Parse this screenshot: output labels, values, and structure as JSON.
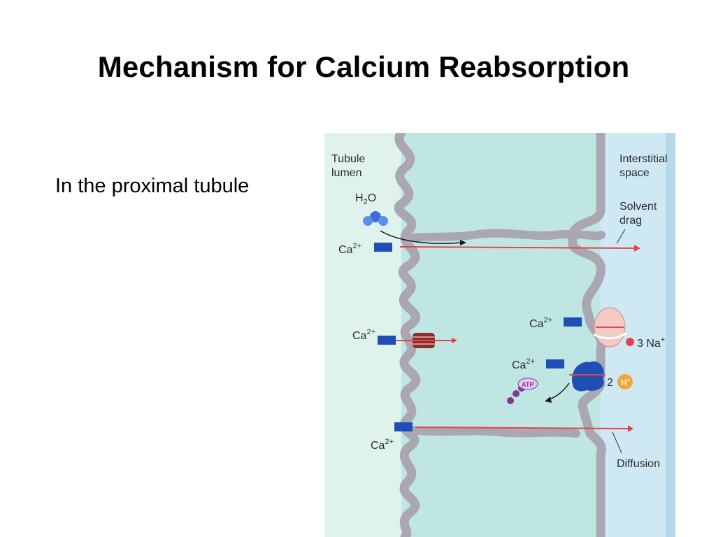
{
  "slide": {
    "title": "Mechanism for Calcium Reabsorption",
    "bullet": "In the proximal tubule"
  },
  "diagram": {
    "lumen_label": [
      "Tubule",
      "lumen"
    ],
    "interstitial_label": [
      "Interstitial",
      "space"
    ],
    "solvent_drag_label": [
      "Solvent",
      "drag"
    ],
    "diffusion_label": "Diffusion",
    "water": {
      "base": "H",
      "sub": "2",
      "tail": "O"
    },
    "calcium": {
      "base": "Ca",
      "sup": "2+"
    },
    "sodium": {
      "count": "3 Na",
      "sup": "+"
    },
    "proton": {
      "count": "2",
      "badge": "H",
      "sup": "+"
    },
    "atp_label": "ATP",
    "colors": {
      "lumen": "#dff3ec",
      "cell": "#bfe6e3",
      "interstitial": "#cfe9f4",
      "membrane": "#aaa7b2",
      "arrow": "#e8424a",
      "calcium_block": "#1f4fb5"
    }
  }
}
